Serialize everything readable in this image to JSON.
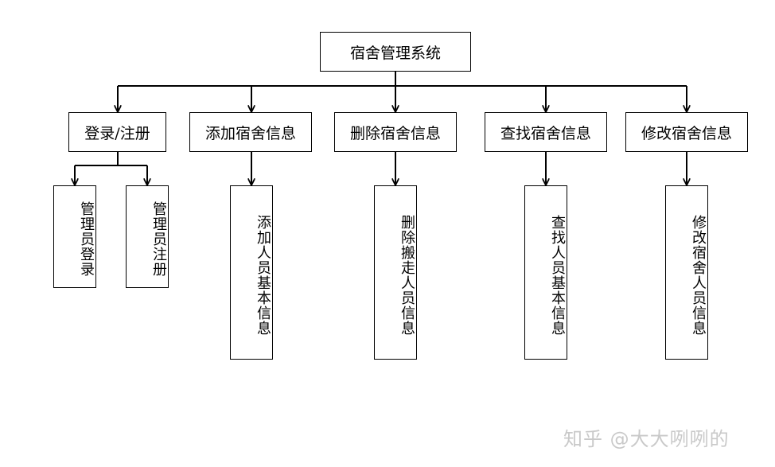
{
  "root": {
    "label": "宿舍管理系统"
  },
  "modules": [
    {
      "label": "登录/注册",
      "children": [
        "管理员登录",
        "管理员注册"
      ]
    },
    {
      "label": "添加宿舍信息",
      "children": [
        "添加人员基本信息"
      ]
    },
    {
      "label": "删除宿舍信息",
      "children": [
        "删除搬走人员信息"
      ]
    },
    {
      "label": "查找宿舍信息",
      "children": [
        "查找人员基本信息"
      ]
    },
    {
      "label": "修改宿舍信息",
      "children": [
        "修改宿舍人员信息"
      ]
    }
  ],
  "watermark": "知乎 @大大咧咧的"
}
